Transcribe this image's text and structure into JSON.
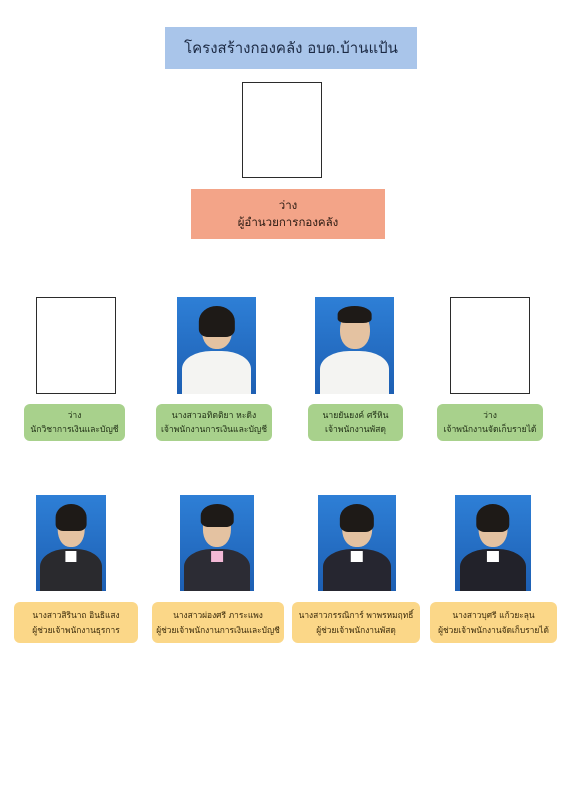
{
  "title": "โครงสร้างกองคลัง อบต.บ้านแป้น",
  "director": {
    "name": "ว่าง",
    "position": "ผู้อำนวยการกองคลัง"
  },
  "row1": [
    {
      "name": "ว่าง",
      "position": "นักวิชาการเงินและบัญชี",
      "has_photo": false
    },
    {
      "name": "นางสาวอทิตติยา  หะดิง",
      "position": "เจ้าพนักงานการเงินและบัญชี",
      "has_photo": true,
      "torso_color": "#f4f4f2"
    },
    {
      "name": "นายยันยงค์  ศรีหิน",
      "position": "เจ้าพนักงานพัสดุ",
      "has_photo": true,
      "torso_color": "#f4f4f2"
    },
    {
      "name": "ว่าง",
      "position": "เจ้าพนักงานจัดเก็บรายได้",
      "has_photo": false
    }
  ],
  "row2": [
    {
      "name": "นางสาวสิรินาถ  อินธิแสง",
      "position": "ผู้ช่วยเจ้าพนักงานธุรการ",
      "torso_color": "#2a2a2e"
    },
    {
      "name": "นางสาวผ่องศรี  ภาระแพง",
      "position": "ผู้ช่วยเจ้าพนักงานการเงินและบัญชี",
      "torso_color": "#2c2c34"
    },
    {
      "name": "นางสาวกรรณิการ์  พาพรหมฤทธิ์",
      "position": "ผู้ช่วยเจ้าพนักงานพัสดุ",
      "torso_color": "#262630"
    },
    {
      "name": "นางสาวบุศรี  แก้วยะลุน",
      "position": "ผู้ช่วยเจ้าพนักงานจัดเก็บรายได้",
      "torso_color": "#22222a"
    }
  ],
  "colors": {
    "title_bg": "#a9c5ea",
    "director_bg": "#f3a488",
    "row1_bg": "#a8d18c",
    "row2_bg": "#fbd788",
    "photo_bg": "#2e7fd6"
  }
}
